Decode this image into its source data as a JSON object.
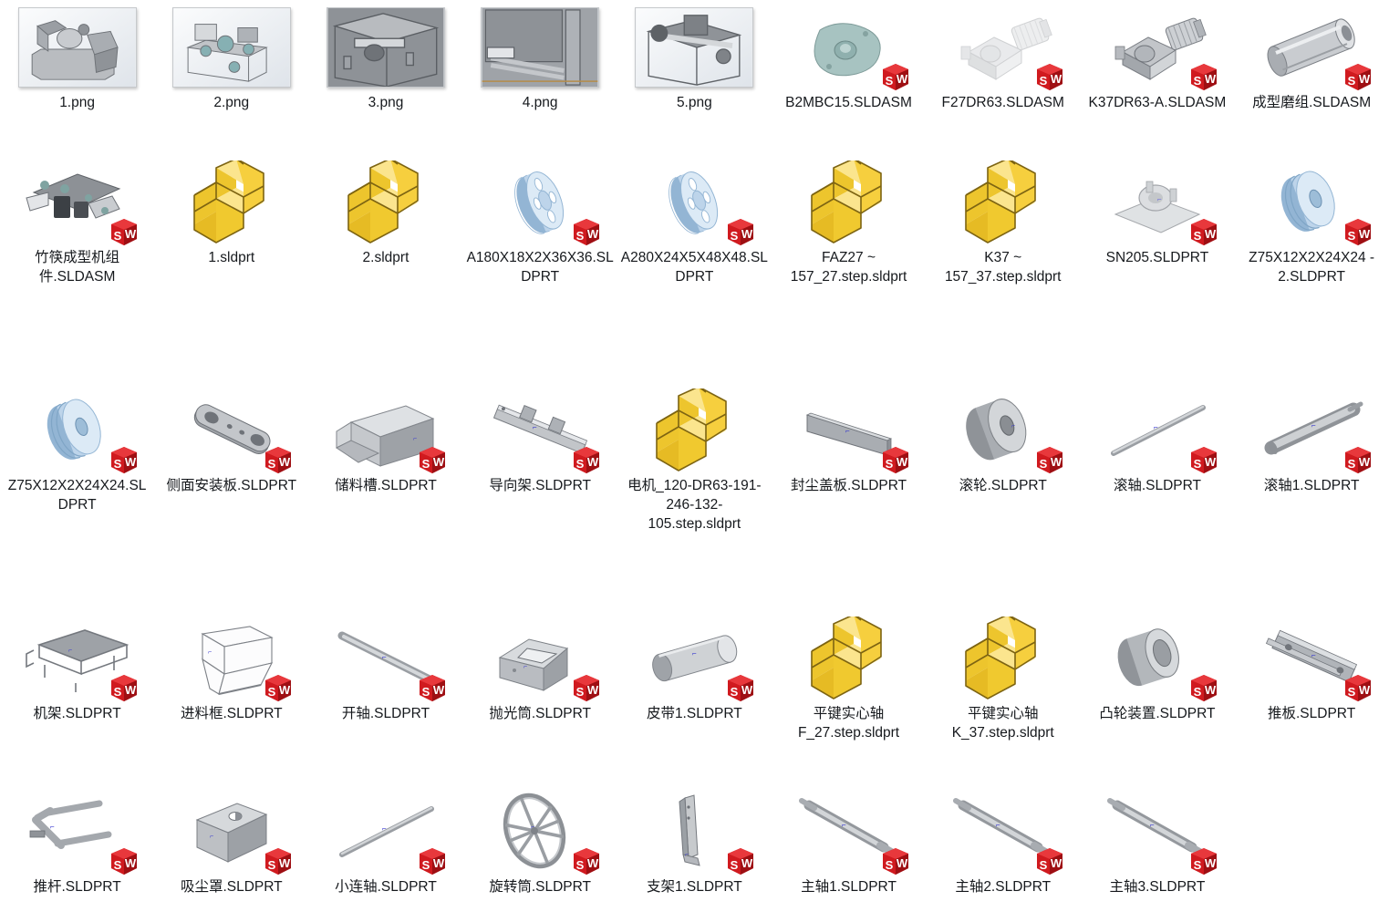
{
  "window": {
    "view_mode": "large-icons",
    "columns": 9,
    "rows": 5,
    "total_items": 44,
    "background_color": "#ffffff",
    "label_color": "#16191d",
    "badge_color": "#cc1111",
    "block_color": "#f2cc3f"
  },
  "items": [
    {
      "name": "1.png",
      "kind": "image-thumbnail",
      "thumb": "machine-wide",
      "badge": false
    },
    {
      "name": "2.png",
      "kind": "image-thumbnail",
      "thumb": "machine-frame",
      "badge": false
    },
    {
      "name": "3.png",
      "kind": "image-thumbnail",
      "thumb": "machine-closeup",
      "badge": false
    },
    {
      "name": "4.png",
      "kind": "image-thumbnail",
      "thumb": "machine-detail",
      "badge": false
    },
    {
      "name": "5.png",
      "kind": "image-thumbnail",
      "thumb": "machine-rig",
      "badge": false
    },
    {
      "name": "B2MBC15.SLDASM",
      "kind": "sldasm",
      "thumb": "flange-teal",
      "badge": true
    },
    {
      "name": "F27DR63.SLDASM",
      "kind": "sldasm",
      "thumb": "gearmotor-pale",
      "badge": true
    },
    {
      "name": "K37DR63-A.SLDASM",
      "kind": "sldasm",
      "thumb": "gearmotor",
      "badge": true
    },
    {
      "name": "成型磨组.SLDASM",
      "kind": "sldasm",
      "thumb": "roller-drum",
      "badge": true
    },
    {
      "name": "竹筷成型机组件.SLDASM",
      "kind": "sldasm",
      "thumb": "assembly-dark",
      "badge": true
    },
    {
      "name": "1.sldprt",
      "kind": "sldprt",
      "thumb": "l-block",
      "badge": false
    },
    {
      "name": "2.sldprt",
      "kind": "sldprt",
      "thumb": "l-block",
      "badge": false
    },
    {
      "name": "A180X18X2X36X36.SLDPRT",
      "kind": "sldprt",
      "thumb": "pulley-blue",
      "badge": true
    },
    {
      "name": "A280X24X5X48X48.SLDPRT",
      "kind": "sldprt",
      "thumb": "pulley-blue",
      "badge": true
    },
    {
      "name": "FAZ27 ~ 157_27.step.sldprt",
      "kind": "sldprt",
      "thumb": "l-block",
      "badge": false
    },
    {
      "name": "K37 ~ 157_37.step.sldprt",
      "kind": "sldprt",
      "thumb": "l-block",
      "badge": false
    },
    {
      "name": "SN205.SLDPRT",
      "kind": "sldprt",
      "thumb": "bearing-block",
      "badge": true
    },
    {
      "name": "Z75X12X2X24X24 - 2.SLDPRT",
      "kind": "sldprt",
      "thumb": "disc-blue",
      "badge": true
    },
    {
      "name": "Z75X12X2X24X24.SLDPRT",
      "kind": "sldprt",
      "thumb": "disc-blue",
      "badge": true
    },
    {
      "name": "侧面安装板.SLDPRT",
      "kind": "sldprt",
      "thumb": "link-plate",
      "badge": true
    },
    {
      "name": "储料槽.SLDPRT",
      "kind": "sldprt",
      "thumb": "hopper-box",
      "badge": true
    },
    {
      "name": "导向架.SLDPRT",
      "kind": "sldprt",
      "thumb": "guide-rail",
      "badge": true
    },
    {
      "name": "电机_120-DR63-191-246-132-105.step.sldprt",
      "kind": "sldprt",
      "thumb": "l-block",
      "badge": false
    },
    {
      "name": "封尘盖板.SLDPRT",
      "kind": "sldprt",
      "thumb": "flat-plate",
      "badge": true
    },
    {
      "name": "滚轮.SLDPRT",
      "kind": "sldprt",
      "thumb": "roller-wheel",
      "badge": true
    },
    {
      "name": "滚轴.SLDPRT",
      "kind": "sldprt",
      "thumb": "thin-rod",
      "badge": true
    },
    {
      "name": "滚轴1.SLDPRT",
      "kind": "sldprt",
      "thumb": "thick-shaft",
      "badge": true
    },
    {
      "name": "机架.SLDPRT",
      "kind": "sldprt",
      "thumb": "frame-rack",
      "badge": true
    },
    {
      "name": "进料框.SLDPRT",
      "kind": "sldprt",
      "thumb": "feed-box",
      "badge": true
    },
    {
      "name": "开轴.SLDPRT",
      "kind": "sldprt",
      "thumb": "long-shaft",
      "badge": true
    },
    {
      "name": "抛光筒.SLDPRT",
      "kind": "sldprt",
      "thumb": "polish-box",
      "badge": true
    },
    {
      "name": "皮带1.SLDPRT",
      "kind": "sldprt",
      "thumb": "belt-loop",
      "badge": true
    },
    {
      "name": "平键实心轴F_27.step.sldprt",
      "kind": "sldprt",
      "thumb": "l-block",
      "badge": false
    },
    {
      "name": "平键实心轴K_37.step.sldprt",
      "kind": "sldprt",
      "thumb": "l-block",
      "badge": false
    },
    {
      "name": "凸轮装置.SLDPRT",
      "kind": "sldprt",
      "thumb": "cam-cylinder",
      "badge": true
    },
    {
      "name": "推板.SLDPRT",
      "kind": "sldprt",
      "thumb": "push-plate",
      "badge": true
    },
    {
      "name": "推杆.SLDPRT",
      "kind": "sldprt",
      "thumb": "push-rod",
      "badge": true
    },
    {
      "name": "吸尘罩.SLDPRT",
      "kind": "sldprt",
      "thumb": "dust-hood",
      "badge": true
    },
    {
      "name": "小连轴.SLDPRT",
      "kind": "sldprt",
      "thumb": "thin-rod",
      "badge": true
    },
    {
      "name": "旋转筒.SLDPRT",
      "kind": "sldprt",
      "thumb": "spoke-wheel",
      "badge": true
    },
    {
      "name": "支架1.SLDPRT",
      "kind": "sldprt",
      "thumb": "bracket",
      "badge": true
    },
    {
      "name": "主轴1.SLDPRT",
      "kind": "sldprt",
      "thumb": "main-shaft",
      "badge": true
    },
    {
      "name": "主轴2.SLDPRT",
      "kind": "sldprt",
      "thumb": "main-shaft",
      "badge": true
    },
    {
      "name": "主轴3.SLDPRT",
      "kind": "sldprt",
      "thumb": "main-shaft",
      "badge": true
    }
  ]
}
